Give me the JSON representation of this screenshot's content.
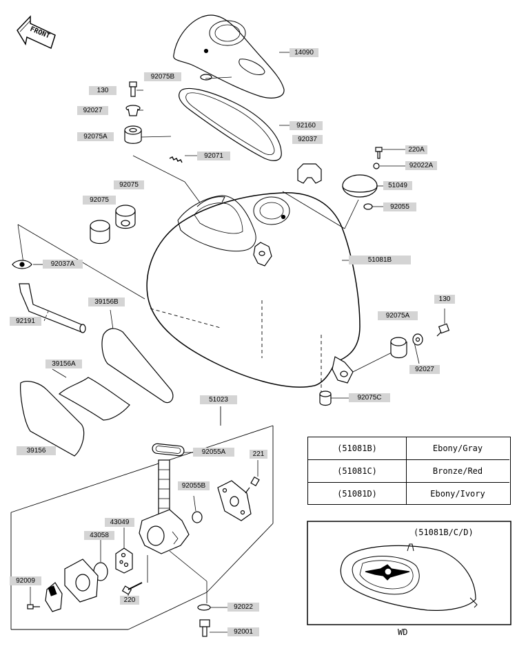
{
  "labels": {
    "l14090": "14090",
    "l92075B_top": "92075B",
    "l130_top": "130",
    "l92027_top": "92027",
    "l92160": "92160",
    "l92075A_top": "92075A",
    "l92037": "92037",
    "l92071": "92071",
    "l220A": "220A",
    "l92022A": "92022A",
    "l51049": "51049",
    "l92075_upper": "92075",
    "l92075_lower": "92075",
    "l92055": "92055",
    "l51081B": "51081B",
    "l92037A": "92037A",
    "l39156B": "39156B",
    "l92191": "92191",
    "l130_right": "130",
    "l92075A_right": "92075A",
    "l92027_right": "92027",
    "l39156A": "39156A",
    "l92075C": "92075C",
    "l51023": "51023",
    "l39156": "39156",
    "l92055A": "92055A",
    "l221": "221",
    "l92055B": "92055B",
    "l43049": "43049",
    "l43058": "43058",
    "l92009": "92009",
    "l220": "220",
    "l92022": "92022",
    "l92001": "92001"
  },
  "front_marker": "FRONT",
  "color_table": [
    {
      "code": "(51081B)",
      "color": "Ebony/Gray"
    },
    {
      "code": "(51081C)",
      "color": "Bronze/Red"
    },
    {
      "code": "(51081D)",
      "color": "Ebony/Ivory"
    }
  ],
  "inset": {
    "title": "(51081B/C/D)",
    "caption": "WD"
  }
}
